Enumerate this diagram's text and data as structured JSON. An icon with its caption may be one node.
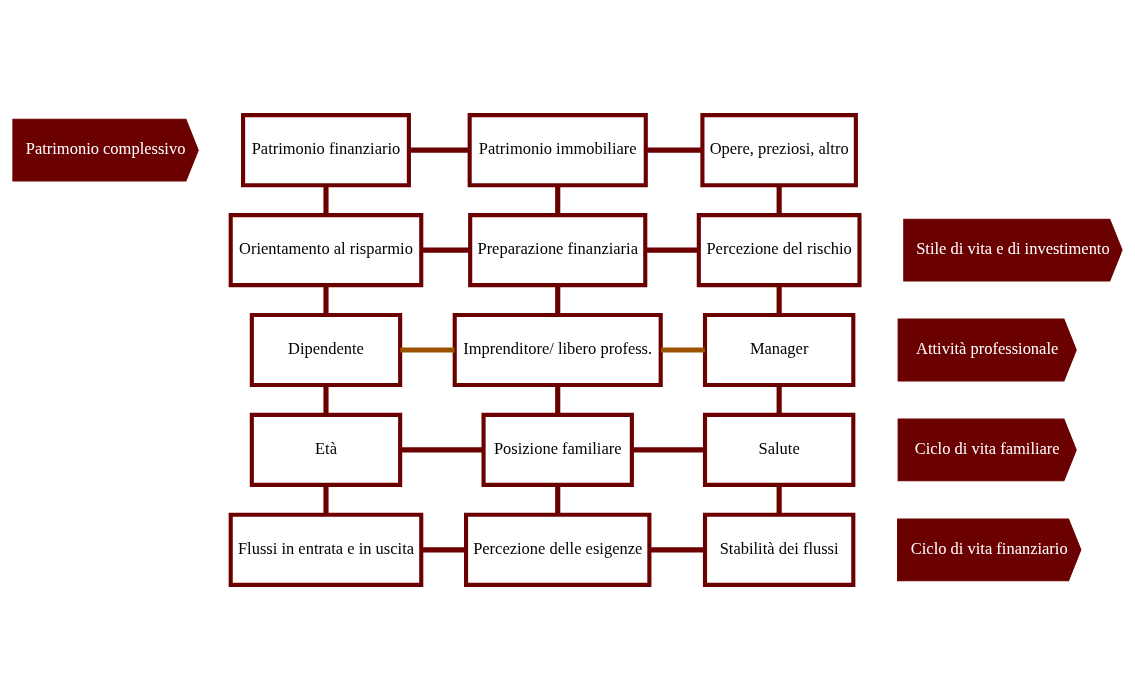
{
  "diagram": {
    "nodes": [
      {
        "text": [
          "Patrimonio complessivo"
        ]
      },
      {
        "text": [
          "Patrimonio finanziario"
        ]
      },
      {
        "text": [
          "Patrimonio immobiliare"
        ]
      },
      {
        "text": [
          "Opere, preziosi, altro"
        ]
      },
      {
        "text": [
          "Stile di vita e di investimento"
        ]
      },
      {
        "text": [
          "Orientamento al risparmio"
        ]
      },
      {
        "text": [
          "Preparazione finanziaria"
        ]
      },
      {
        "text": [
          "Percezione del rischio"
        ]
      },
      {
        "text": [
          "Attività professionale"
        ]
      },
      {
        "text": [
          "Dipendente"
        ]
      },
      {
        "text": [
          "Imprenditore/ libero profess."
        ]
      },
      {
        "text": [
          "Manager"
        ]
      },
      {
        "text": [
          "Ciclo di vita familiare"
        ]
      },
      {
        "text": [
          "Età"
        ]
      },
      {
        "text": [
          "Posizione familiare"
        ]
      },
      {
        "text": [
          "Salute"
        ]
      },
      {
        "text": [
          "Ciclo di vita finanziario"
        ]
      },
      {
        "text": [
          "Flussi in entrata e in uscita"
        ]
      },
      {
        "text": [
          "Percezione delle esigenze"
        ]
      },
      {
        "text": [
          "Stabilità dei flussi"
        ]
      }
    ],
    "edges": [
      {
        "from": 1,
        "to": 2,
        "arrow": "none"
      },
      {
        "from": 2,
        "to": 3,
        "arrow": "none"
      },
      {
        "from": 5,
        "to": 6,
        "arrow": "none"
      },
      {
        "from": 6,
        "to": 7,
        "arrow": "none"
      },
      {
        "from": 9,
        "to": 10,
        "arrow": "none",
        "color": "#9c5200"
      },
      {
        "from": 10,
        "to": 11,
        "arrow": "none",
        "color": "#9c5200"
      },
      {
        "from": 13,
        "to": 14,
        "arrow": "none"
      },
      {
        "from": 14,
        "to": 15,
        "arrow": "none"
      },
      {
        "from": 17,
        "to": 18,
        "arrow": "none"
      },
      {
        "from": 18,
        "to": 19,
        "arrow": "none"
      },
      {
        "from": 1,
        "to": 5,
        "arrow": "none"
      },
      {
        "from": 2,
        "to": 6,
        "arrow": "none"
      },
      {
        "from": 3,
        "to": 7,
        "arrow": "none"
      },
      {
        "from": 5,
        "to": 9,
        "arrow": "none"
      },
      {
        "from": 6,
        "to": 10,
        "arrow": "none"
      },
      {
        "from": 7,
        "to": 11,
        "arrow": "none"
      },
      {
        "from": 9,
        "to": 13,
        "arrow": "none"
      },
      {
        "from": 10,
        "to": 14,
        "arrow": "none"
      },
      {
        "from": 11,
        "to": 15,
        "arrow": "none"
      },
      {
        "from": 13,
        "to": 17,
        "arrow": "none"
      },
      {
        "from": 14,
        "to": 18,
        "arrow": "none"
      },
      {
        "from": 15,
        "to": 19,
        "arrow": "none"
      }
    ]
  }
}
